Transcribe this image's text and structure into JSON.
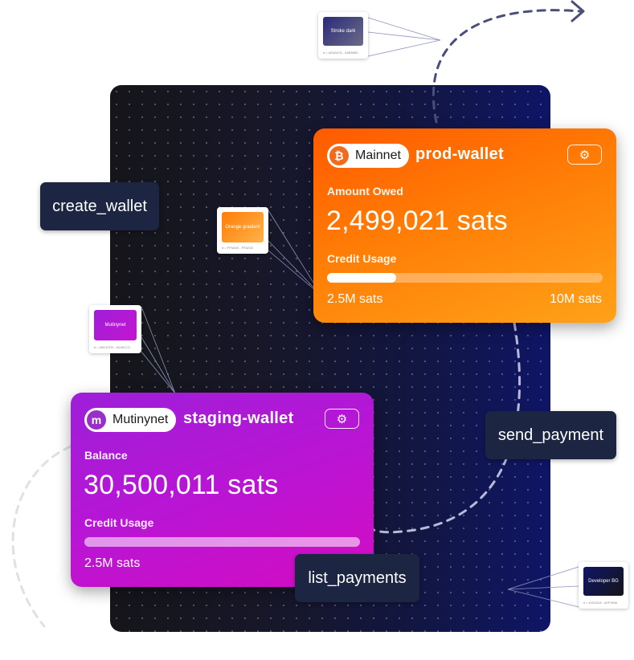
{
  "colors": {
    "panel_dark": "#15151a",
    "panel_navy": "#0f1566",
    "prod_orange": "#ff7d06",
    "staging_purple": "#b915d4",
    "chip_bg": "#1c2541",
    "bitcoin_orange": "#f26b1d",
    "mutiny_purple": "#9a2ec9"
  },
  "swatches": [
    {
      "label": "Stroke dark",
      "code": "# = #2A2A7A - #3B3B50"
    },
    {
      "label": "Orange gradient",
      "code": "# = FF5A00 - FFA218"
    },
    {
      "label": "Mutinynet",
      "code": "# = #9D1FD9 - #D40CC2"
    },
    {
      "label": "Developer BG",
      "code": "# = #15151A - #0F1566"
    }
  ],
  "chips": {
    "create_wallet": "create_wallet",
    "send_payment": "send_payment",
    "list_payments": "list_payments"
  },
  "prod": {
    "network": "Mainnet",
    "network_icon": "bitcoin-icon",
    "name": "prod-wallet",
    "amount_label": "Amount Owed",
    "amount": "2,499,021 sats",
    "usage_label": "Credit Usage",
    "usage_fraction": 0.25,
    "usage_min": "2.5M sats",
    "usage_max": "10M sats"
  },
  "staging": {
    "network": "Mutinynet",
    "network_icon": "mutinynet-icon",
    "name": "staging-wallet",
    "amount_label": "Balance",
    "amount": "30,500,011 sats",
    "usage_label": "Credit Usage",
    "usage_fraction": 1.0,
    "usage_min": "2.5M sats"
  }
}
